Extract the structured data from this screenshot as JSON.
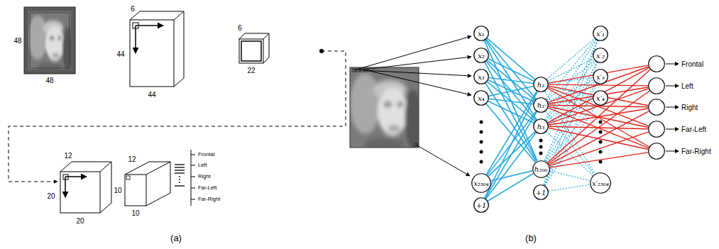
{
  "diagram": {
    "nodes": [
      {
        "text": [
          "x₁"
        ]
      },
      {
        "text": [
          "x₂"
        ]
      },
      {
        "text": [
          "x₃"
        ]
      },
      {
        "text": [
          "x₄"
        ]
      },
      {
        "text": [
          "x₂₃₀₄"
        ]
      },
      {
        "text": [
          "+1"
        ]
      },
      {
        "text": [
          "h₁"
        ]
      },
      {
        "text": [
          "h₂"
        ]
      },
      {
        "text": [
          "h₃"
        ]
      },
      {
        "text": [
          "h₂₀₀"
        ]
      },
      {
        "text": [
          "+1"
        ]
      },
      {
        "text": [
          "x′₁"
        ]
      },
      {
        "text": [
          "x′₂"
        ]
      },
      {
        "text": [
          "x′₃"
        ]
      },
      {
        "text": [
          "x′₄"
        ]
      },
      {
        "text": [
          "x′₂₃₀₄"
        ]
      },
      {
        "text": [
          "Frontal"
        ]
      },
      {
        "text": [
          "Left"
        ]
      },
      {
        "text": [
          "Right"
        ]
      },
      {
        "text": [
          "Far-Left"
        ]
      },
      {
        "text": [
          "Far-Right"
        ]
      }
    ],
    "edges": [
      {
        "from": 0,
        "to": 6,
        "arrow": "none"
      },
      {
        "from": 0,
        "to": 7,
        "arrow": "none"
      },
      {
        "from": 0,
        "to": 8,
        "arrow": "none"
      },
      {
        "from": 0,
        "to": 9,
        "arrow": "none"
      },
      {
        "from": 1,
        "to": 6,
        "arrow": "none"
      },
      {
        "from": 1,
        "to": 7,
        "arrow": "none"
      },
      {
        "from": 1,
        "to": 8,
        "arrow": "none"
      },
      {
        "from": 1,
        "to": 9,
        "arrow": "none"
      },
      {
        "from": 2,
        "to": 6,
        "arrow": "none"
      },
      {
        "from": 2,
        "to": 7,
        "arrow": "none"
      },
      {
        "from": 2,
        "to": 8,
        "arrow": "none"
      },
      {
        "from": 2,
        "to": 9,
        "arrow": "none"
      },
      {
        "from": 3,
        "to": 6,
        "arrow": "none"
      },
      {
        "from": 3,
        "to": 7,
        "arrow": "none"
      },
      {
        "from": 3,
        "to": 8,
        "arrow": "none"
      },
      {
        "from": 3,
        "to": 9,
        "arrow": "none"
      },
      {
        "from": 4,
        "to": 6,
        "arrow": "none"
      },
      {
        "from": 4,
        "to": 7,
        "arrow": "none"
      },
      {
        "from": 4,
        "to": 8,
        "arrow": "none"
      },
      {
        "from": 4,
        "to": 9,
        "arrow": "none"
      },
      {
        "from": 5,
        "to": 6,
        "arrow": "none"
      },
      {
        "from": 5,
        "to": 7,
        "arrow": "none"
      },
      {
        "from": 5,
        "to": 8,
        "arrow": "none"
      },
      {
        "from": 5,
        "to": 9,
        "arrow": "none"
      },
      {
        "from": 6,
        "to": 11,
        "arrow": "none"
      },
      {
        "from": 6,
        "to": 12,
        "arrow": "none"
      },
      {
        "from": 6,
        "to": 13,
        "arrow": "none"
      },
      {
        "from": 6,
        "to": 14,
        "arrow": "none"
      },
      {
        "from": 6,
        "to": 15,
        "arrow": "none"
      },
      {
        "from": 7,
        "to": 11,
        "arrow": "none"
      },
      {
        "from": 7,
        "to": 12,
        "arrow": "none"
      },
      {
        "from": 7,
        "to": 13,
        "arrow": "none"
      },
      {
        "from": 7,
        "to": 14,
        "arrow": "none"
      },
      {
        "from": 7,
        "to": 15,
        "arrow": "none"
      },
      {
        "from": 8,
        "to": 11,
        "arrow": "none"
      },
      {
        "from": 8,
        "to": 12,
        "arrow": "none"
      },
      {
        "from": 8,
        "to": 13,
        "arrow": "none"
      },
      {
        "from": 8,
        "to": 14,
        "arrow": "none"
      },
      {
        "from": 8,
        "to": 15,
        "arrow": "none"
      },
      {
        "from": 9,
        "to": 11,
        "arrow": "none"
      },
      {
        "from": 9,
        "to": 12,
        "arrow": "none"
      },
      {
        "from": 9,
        "to": 13,
        "arrow": "none"
      },
      {
        "from": 9,
        "to": 14,
        "arrow": "none"
      },
      {
        "from": 9,
        "to": 15,
        "arrow": "none"
      },
      {
        "from": 10,
        "to": 11,
        "arrow": "none"
      },
      {
        "from": 10,
        "to": 12,
        "arrow": "none"
      },
      {
        "from": 10,
        "to": 13,
        "arrow": "none"
      },
      {
        "from": 10,
        "to": 14,
        "arrow": "none"
      },
      {
        "from": 10,
        "to": 15,
        "arrow": "none"
      },
      {
        "from": 6,
        "to": 16,
        "arrow": "none"
      },
      {
        "from": 6,
        "to": 17,
        "arrow": "none"
      },
      {
        "from": 6,
        "to": 18,
        "arrow": "none"
      },
      {
        "from": 6,
        "to": 19,
        "arrow": "none"
      },
      {
        "from": 6,
        "to": 20,
        "arrow": "none"
      },
      {
        "from": 7,
        "to": 16,
        "arrow": "none"
      },
      {
        "from": 7,
        "to": 17,
        "arrow": "none"
      },
      {
        "from": 7,
        "to": 18,
        "arrow": "none"
      },
      {
        "from": 7,
        "to": 19,
        "arrow": "none"
      },
      {
        "from": 7,
        "to": 20,
        "arrow": "none"
      },
      {
        "from": 8,
        "to": 16,
        "arrow": "none"
      },
      {
        "from": 8,
        "to": 17,
        "arrow": "none"
      },
      {
        "from": 8,
        "to": 18,
        "arrow": "none"
      },
      {
        "from": 8,
        "to": 19,
        "arrow": "none"
      },
      {
        "from": 8,
        "to": 20,
        "arrow": "none"
      },
      {
        "from": 9,
        "to": 16,
        "arrow": "none"
      },
      {
        "from": 9,
        "to": 17,
        "arrow": "none"
      },
      {
        "from": 9,
        "to": 18,
        "arrow": "none"
      },
      {
        "from": 9,
        "to": 19,
        "arrow": "none"
      },
      {
        "from": 9,
        "to": 20,
        "arrow": "none"
      }
    ],
    "labels": [
      "48",
      "48",
      "6",
      "44",
      "44",
      "6",
      "22",
      "12",
      "20",
      "20",
      "12",
      "10",
      "10",
      "Frontal",
      "Left",
      "Right",
      "Far-Left",
      "Far-Right",
      "(a)",
      "(b)"
    ]
  }
}
